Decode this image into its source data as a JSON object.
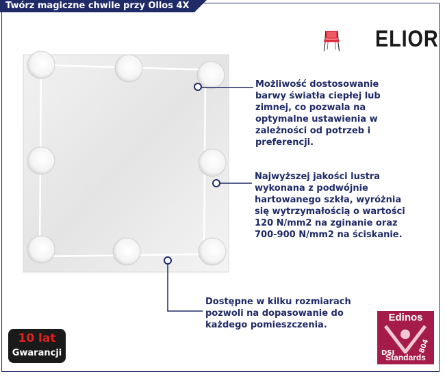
{
  "header": {
    "title": "Twórz magiczne chwile przy Ollos 4X"
  },
  "brand": {
    "name": "ELIOR",
    "logo_icon": "chair-icon",
    "accent": "#e02a3a"
  },
  "callouts": [
    {
      "text": "Możliwość dostosowanie barwy światła ciepłej lub zimnej, co pozwala na optymalne ustawienia w zależności od potrzeb i preferencji."
    },
    {
      "text": "Najwyższej jakości lustra wykonana z podwójnie hartowanego szkła, wyróżnia się wytrzymałością o wartości 120 N/mm2 na zginanie oraz 700-900 N/mm2 na ściskanie."
    },
    {
      "text": "Dostępne w kilku rozmiarach pozwoli na dopasowanie do każdego pomieszczenia."
    }
  ],
  "badges": {
    "guarantee": {
      "number": "10 lat",
      "label": "Gwarancji"
    },
    "edinos": {
      "title": "Edinos",
      "dsi": "DSI",
      "code": "804",
      "standards": "Standards"
    }
  },
  "colors": {
    "navy": "#1f2a66",
    "edinos": "#a51c4a",
    "guarantee_red": "#e02020"
  }
}
